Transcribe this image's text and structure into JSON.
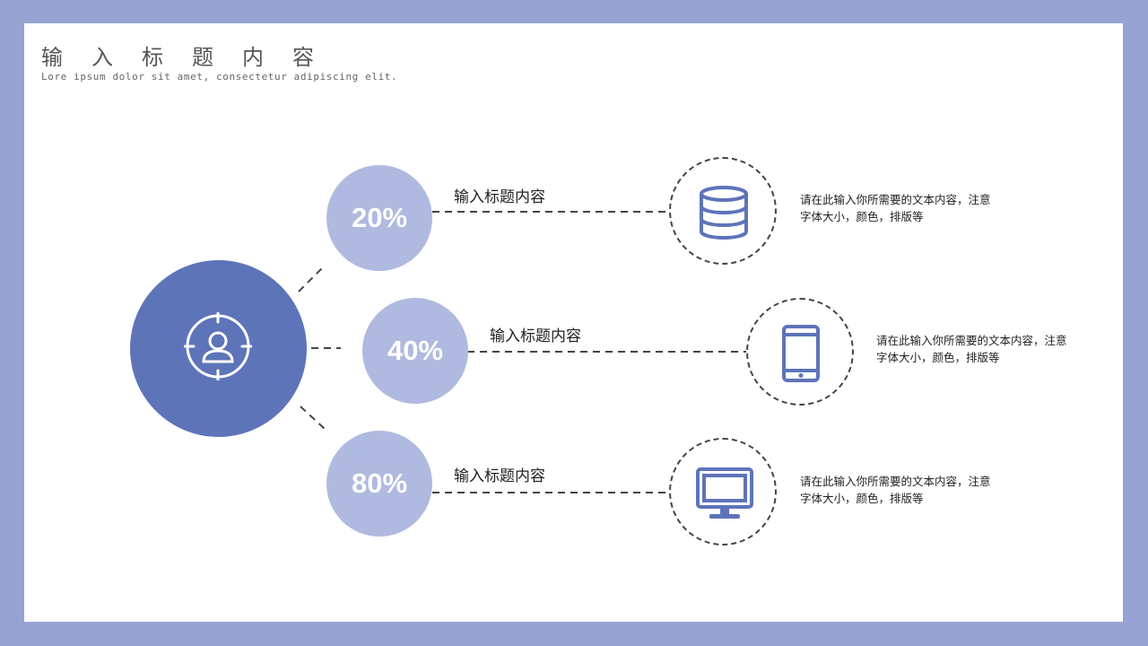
{
  "header": {
    "title": "输入标题内容",
    "subtitle": "Lore ipsum dolor sit amet, consectetur adipiscing elit."
  },
  "center": {
    "icon": "user-target-icon",
    "color": "#5e74b9"
  },
  "items": [
    {
      "percent": "20%",
      "value": 0.2,
      "title": "输入标题内容",
      "icon": "database-icon",
      "desc_line1": "请在此输入你所需要的文本内容，注意",
      "desc_line2": "字体大小，颜色，排版等"
    },
    {
      "percent": "40%",
      "value": 0.4,
      "title": "输入标题内容",
      "icon": "tablet-icon",
      "desc_line1": "请在此输入你所需要的文本内容，注意",
      "desc_line2": "字体大小，颜色，排版等"
    },
    {
      "percent": "80%",
      "value": 0.8,
      "title": "输入标题内容",
      "icon": "monitor-icon",
      "desc_line1": "请在此输入你所需要的文本内容，注意",
      "desc_line2": "字体大小，颜色，排版等"
    }
  ],
  "colors": {
    "frame": "#96a3d2",
    "accent": "#5e74b9",
    "light": "#b0b9df"
  }
}
